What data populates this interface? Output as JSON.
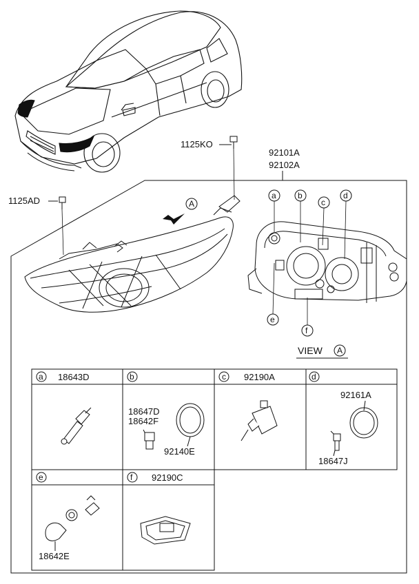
{
  "top_labels": {
    "part_1125KO": "1125KO",
    "part_92101A": "92101A",
    "part_92102A": "92102A",
    "part_1125AD": "1125AD",
    "view_marker": "A"
  },
  "view_callouts": {
    "a": "a",
    "b": "b",
    "c": "c",
    "d": "d",
    "e": "e",
    "f": "f"
  },
  "view_caption": {
    "text": "VIEW",
    "letter": "A"
  },
  "cells": {
    "a": {
      "letter": "a",
      "header_part": "18643D"
    },
    "b": {
      "letter": "b",
      "header_part": "",
      "part1": "18647D",
      "part2": "18642F",
      "part3": "92140E"
    },
    "c": {
      "letter": "c",
      "header_part": "92190A"
    },
    "d": {
      "letter": "d",
      "header_part": "",
      "part1": "92161A",
      "part2": "18647J"
    },
    "e": {
      "letter": "e",
      "header_part": "",
      "part1": "18642E"
    },
    "f": {
      "letter": "f",
      "header_part": "92190C"
    }
  }
}
